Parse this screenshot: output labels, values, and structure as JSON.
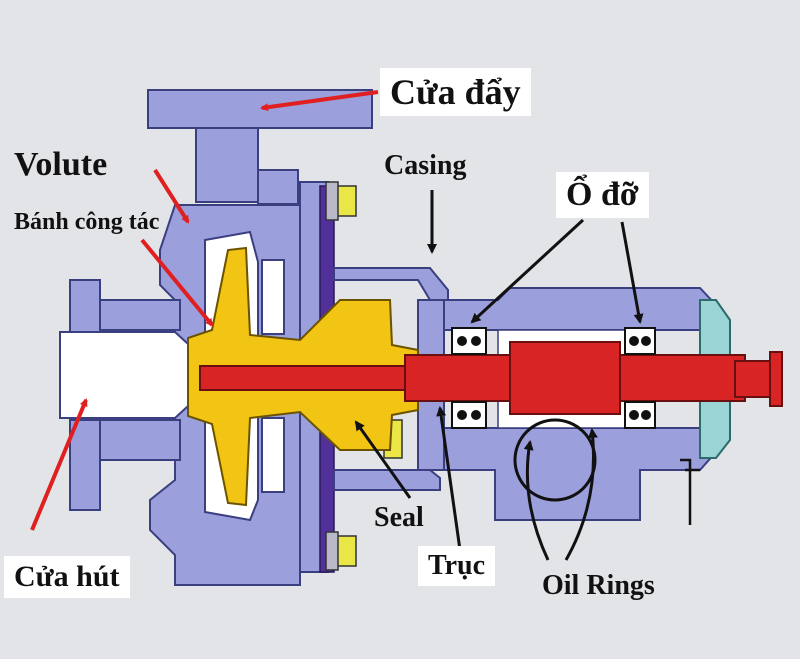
{
  "labels": {
    "discharge": "Cửa đẩy",
    "volute": "Volute",
    "impeller": "Bánh công tác",
    "casing": "Casing",
    "bearing": "Ổ đỡ",
    "suction": "Cửa hút",
    "seal": "Seal",
    "shaft": "Trục",
    "oil_rings": "Oil Rings"
  },
  "colors": {
    "background": "#e3e4e8",
    "pump_body": "#9b9fdc",
    "impeller": "#f2c413",
    "shaft": "#d82424",
    "bolts": "#e9e645",
    "gasket": "#52309a",
    "arrow_red": "#e02020",
    "arrow_black": "#111111",
    "end_cap": "#9ad4d4"
  }
}
